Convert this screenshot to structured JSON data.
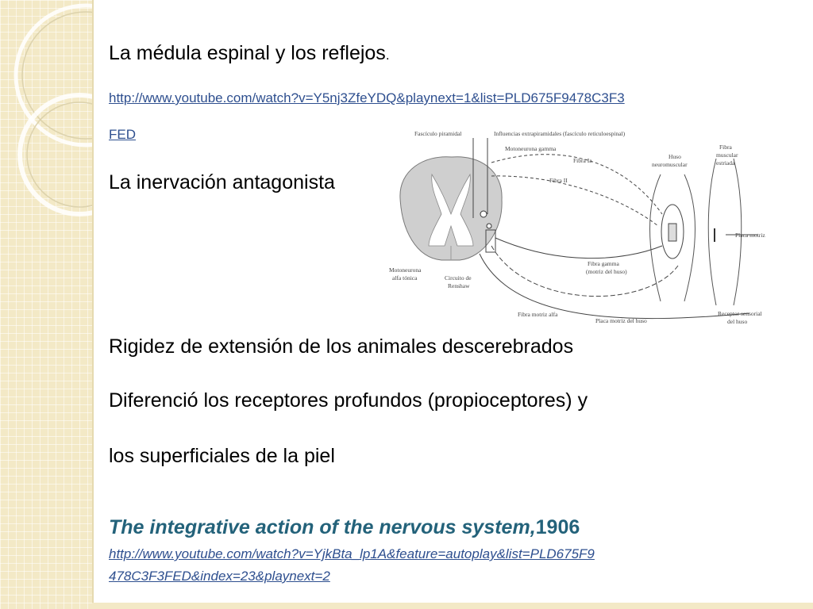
{
  "slide": {
    "heading": "La médula espinal y los reflejos",
    "heading_period": ".",
    "link1": {
      "line1": "http://www.youtube.com/watch?v=Y5nj3ZfeYDQ&playnext=1&list=PLD675F9478C3F3",
      "line2": "FED"
    },
    "subheading": "La inervación antagonista",
    "line_rigidez": "Rigidez de extensión de los animales descerebrados",
    "line_diferencio_1": "Diferenció los receptores profundos (propioceptores) y",
    "line_diferencio_2": "los superficiales de la piel",
    "book": {
      "title": "The integrative action of the nervous system,",
      "year": "1906"
    },
    "link2": {
      "line1": "http://www.youtube.com/watch?v=YjkBta_lp1A&feature=autoplay&list=PLD675F9",
      "line2": "478C3F3FED&index=23&playnext=2"
    }
  },
  "figure_labels": {
    "fasciculo_piramidal": "Fascículo piramidal",
    "influencias": "Influencias extrapiramidales (fascículo reticuloespinal)",
    "motoneurona_gamma": "Motoneurona gamma",
    "fibra_ia": "Fibra Ia",
    "fibra_ii": "Fibra II",
    "huso_1": "Huso",
    "huso_2": "neuromuscular",
    "fibra_muscular_1": "Fibra",
    "fibra_muscular_2": "muscular",
    "fibra_muscular_3": "estriada",
    "placa_motriz": "Placa motriz",
    "motoneurona_alfa_1": "Motoneurona",
    "motoneurona_alfa_2": "alfa tónica",
    "circuito_1": "Circuito de",
    "circuito_2": "Renshaw",
    "fibra_gamma_1": "Fibra gamma",
    "fibra_gamma_2": "(motriz del huso)",
    "fibra_motriz_alfa": "Fibra motriz alfa",
    "placa_motriz_huso": "Placa motriz del huso",
    "receptor_1": "Receptor sensorial",
    "receptor_2": "del huso"
  }
}
